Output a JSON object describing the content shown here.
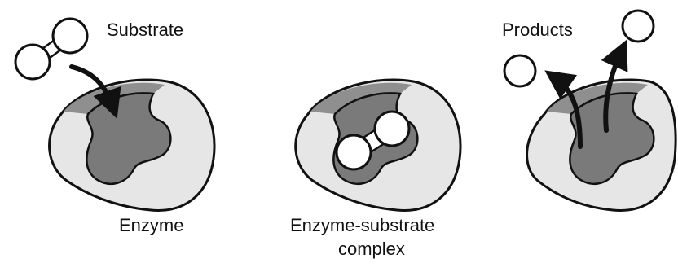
{
  "labels": {
    "substrate": "Substrate",
    "enzyme": "Enzyme",
    "complex_line1": "Enzyme-substrate",
    "complex_line2": "complex",
    "products": "Products"
  },
  "colors": {
    "enzyme_light": "#e6e6e6",
    "active_site_dark": "#7a7a7a",
    "upper_shade": "#8f8f8f",
    "outline": "#111111",
    "substrate_fill": "#ffffff"
  }
}
